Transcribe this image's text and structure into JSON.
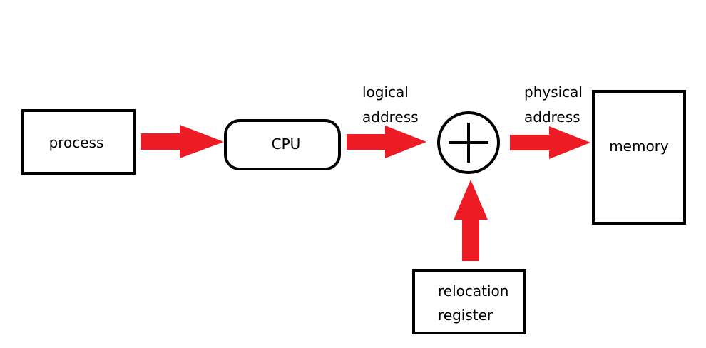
{
  "diagram": {
    "nodes": {
      "process": {
        "label": "process"
      },
      "cpu": {
        "label": "CPU"
      },
      "memory": {
        "label": "memory"
      },
      "relocation_register": {
        "label_line1": "relocation",
        "label_line2": "register"
      },
      "adder": {
        "symbol": "plus"
      }
    },
    "edges": {
      "cpu_to_adder": {
        "label_line1": "logical",
        "label_line2": "address"
      },
      "adder_to_memory": {
        "label_line1": "physical",
        "label_line2": "address"
      }
    },
    "colors": {
      "arrow": "#ed1c24",
      "stroke": "#000000",
      "background": "#ffffff"
    }
  }
}
